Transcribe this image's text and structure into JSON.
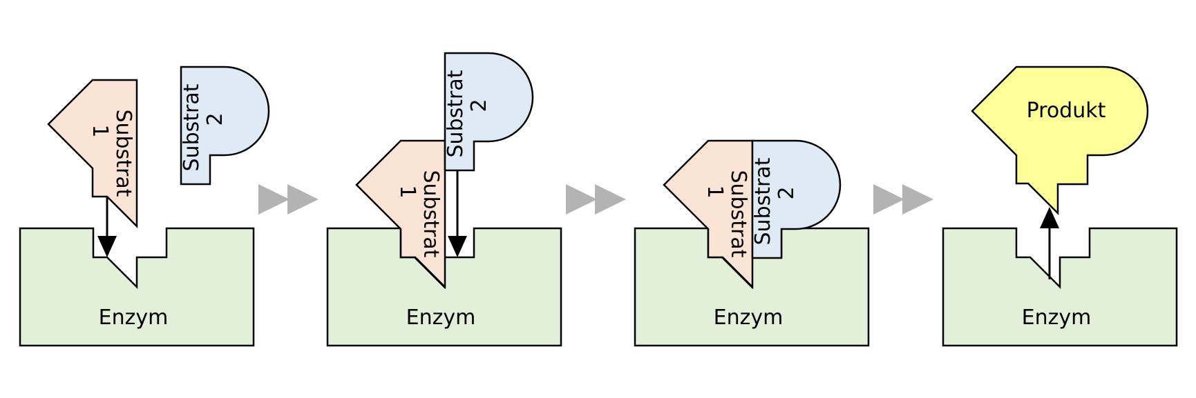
{
  "labels": {
    "enzyme": "Enzym",
    "substrate1_word": "Substrat",
    "substrate1_num": "1",
    "substrate2_word": "Substrat",
    "substrate2_num": "2",
    "product": "Produkt"
  },
  "colors": {
    "enzyme": "#e2efd9",
    "substrate1": "#fbe4d5",
    "substrate2": "#deebf7",
    "product": "#ffff99",
    "step_arrow": "#b3b3b3"
  }
}
